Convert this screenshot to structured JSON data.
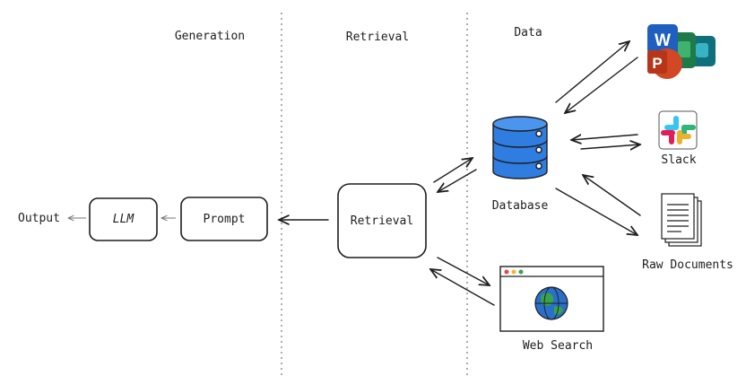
{
  "columns": {
    "generation": "Generation",
    "retrieval": "Retrieval",
    "data": "Data"
  },
  "nodes": {
    "output": "Output",
    "llm": "LLM",
    "prompt": "Prompt",
    "retrieval": "Retrieval",
    "database": "Database",
    "slack": "Slack",
    "raw_documents": "Raw Documents",
    "web_search": "Web Search"
  },
  "office_letters": {
    "word": "W",
    "powerpoint": "P"
  },
  "colors": {
    "ink": "#1e1e1e",
    "database_blue": "#2f7de1",
    "globe_blue": "#2a6fc9",
    "globe_green": "#3aa34a",
    "word_blue": "#1f5fbf",
    "ppt_orange": "#d24726",
    "excel_green": "#1f7a4a",
    "outlook_teal": "#0f6f7a"
  },
  "icons": [
    "office-apps-icon",
    "slack-icon",
    "database-icon",
    "documents-icon",
    "browser-globe-icon"
  ]
}
